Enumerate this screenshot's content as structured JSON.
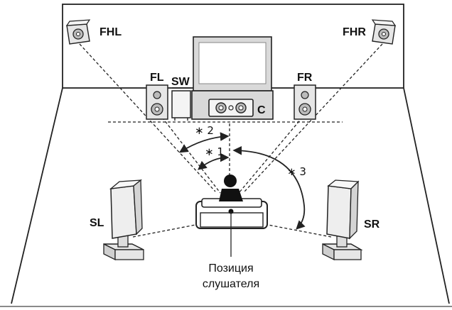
{
  "speakers": {
    "fhl": "FHL",
    "fhr": "FHR",
    "fl": "FL",
    "sw": "SW",
    "fr": "FR",
    "c": "C",
    "sl": "SL",
    "sr": "SR"
  },
  "angles": {
    "a1": "∗ 1",
    "a2": "∗ 2",
    "a3": "∗ 3"
  },
  "listening_position": {
    "line1": "Позиция",
    "line2": "слушателя"
  },
  "colors": {
    "line": "#222222",
    "speaker_fill": "#e8e8e8",
    "tv_fill": "#d9d9d9",
    "background": "#ffffff"
  }
}
